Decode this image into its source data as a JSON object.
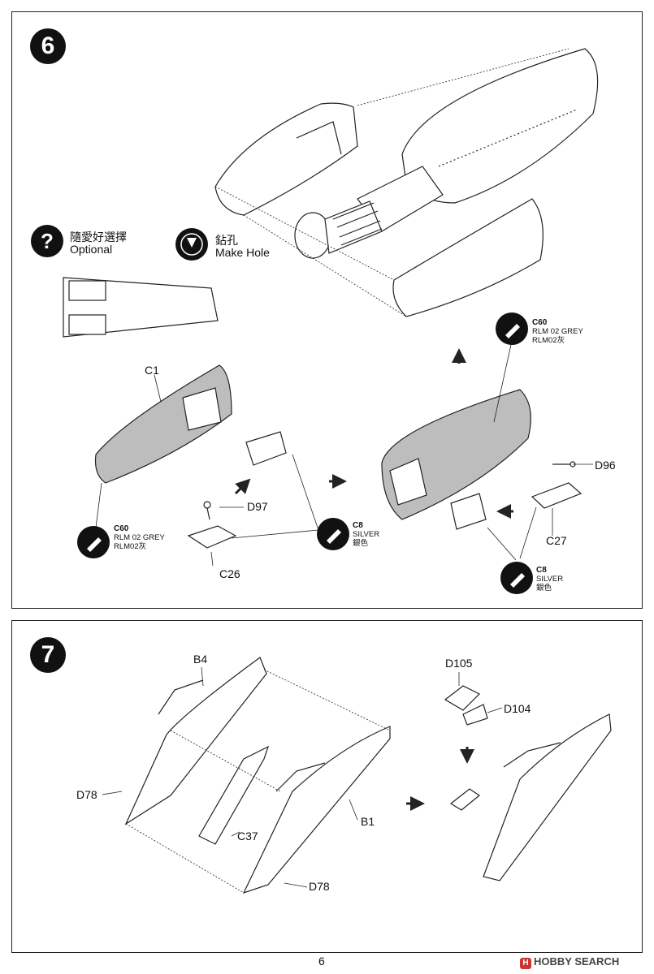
{
  "steps": [
    {
      "number": "6"
    },
    {
      "number": "7"
    }
  ],
  "legend": {
    "optional": {
      "zh": "隨愛好選擇",
      "en": "Optional",
      "icon": "question-icon"
    },
    "make_hole": {
      "zh": "鉆孔",
      "en": "Make Hole",
      "icon": "drill-icon"
    }
  },
  "step6_parts": {
    "c1": "C1",
    "d97": "D97",
    "c26": "C26",
    "d96": "D96",
    "c27": "C27"
  },
  "paints": {
    "c60_left": {
      "code": "C",
      "num": "60",
      "name": "RLM 02 GREY",
      "zh": "RLM02灰"
    },
    "c8_center": {
      "code": "C",
      "num": "8",
      "name": "SILVER",
      "zh": "銀色"
    },
    "c60_right": {
      "code": "C",
      "num": "60",
      "name": "RLM 02 GREY",
      "zh": "RLM02灰"
    },
    "c8_right": {
      "code": "C",
      "num": "8",
      "name": "SILVER",
      "zh": "銀色"
    }
  },
  "step7_parts": {
    "b4": "B4",
    "d78a": "D78",
    "c37": "C37",
    "b1": "B1",
    "d78b": "D78",
    "d105": "D105",
    "d104": "D104"
  },
  "footer": {
    "page": "6",
    "watermark": "HOBBY SEARCH",
    "watermark_logo": "H"
  },
  "colors": {
    "paint_fill": "#bdbdbd",
    "line": "#222222"
  }
}
